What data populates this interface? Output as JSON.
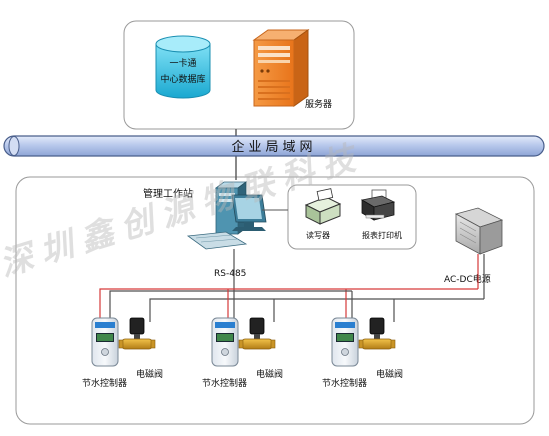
{
  "network": {
    "label": "企业局域网"
  },
  "database": {
    "line1": "一卡通",
    "line2": "中心数据库"
  },
  "server": {
    "label": "服务器"
  },
  "workstation": {
    "label": "管理工作站",
    "bus_label": "RS-485"
  },
  "peripherals": {
    "reader": "读写器",
    "printer": "报表打印机"
  },
  "power": {
    "label": "AC-DC电源"
  },
  "units": [
    {
      "controller": "节水控制器",
      "valve": "电磁阀"
    },
    {
      "controller": "节水控制器",
      "valve": "电磁阀"
    },
    {
      "controller": "节水控制器",
      "valve": "电磁阀"
    }
  ],
  "watermark": {
    "text": "深圳鑫创源物联科技"
  },
  "colors": {
    "network_bar": "#b9c9ec",
    "network_bar_edge": "#4a5f8c",
    "bus_red": "#d63a3a",
    "bus_dark": "#505050",
    "server_orange": "#f08a2e",
    "db_cyan": "#33c3e6"
  }
}
